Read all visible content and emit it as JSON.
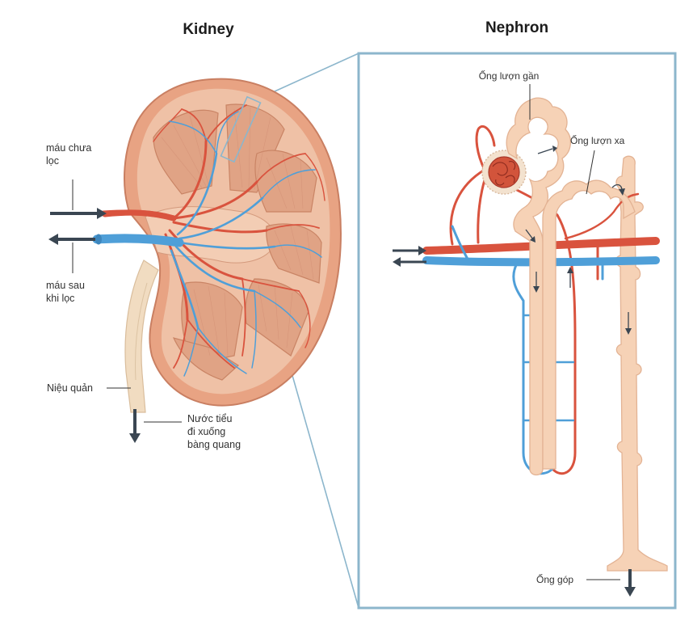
{
  "titles": {
    "kidney": "Kidney",
    "nephron": "Nephron"
  },
  "labels": {
    "unfiltered_blood_line1": "máu chưa",
    "unfiltered_blood_line2": "lọc",
    "filtered_blood_line1": "máu sau",
    "filtered_blood_line2": "khi lọc",
    "ureter": "Niệu quản",
    "urine_line1": "Nước tiểu",
    "urine_line2": "đi xuống",
    "urine_line3": "bàng quang",
    "proximal_tubule": "Ống lượn gần",
    "distal_tubule": "Ống lượn xa",
    "collecting_duct": "Ống góp"
  },
  "colors": {
    "kidney_capsule": "#e8a383",
    "kidney_cortex": "#efc1a6",
    "pyramid": "#e0a385",
    "artery": "#d9533e",
    "vein": "#4f9fd8",
    "tubule": "#f6d2b6",
    "tubule_stroke": "#e3b394",
    "ureter": "#f1dcc1",
    "frame": "#8cb6cc",
    "arrow": "#3a4652"
  }
}
